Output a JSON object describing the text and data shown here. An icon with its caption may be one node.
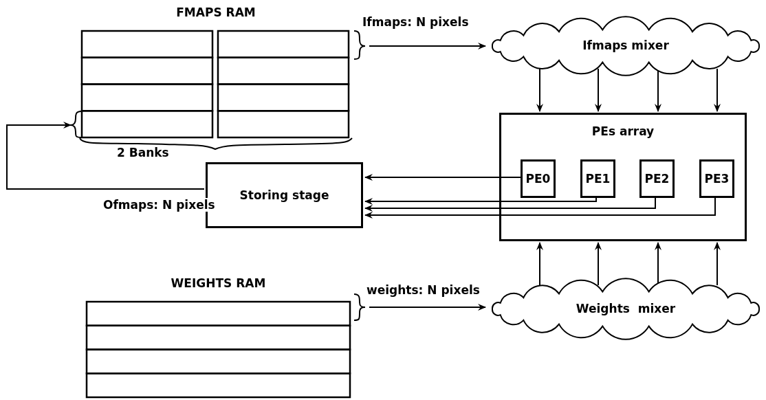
{
  "diagram": {
    "nodes": [
      {
        "text": [
          "FMAPS RAM"
        ],
        "beside": [
          "2 Banks"
        ]
      },
      {
        "text": [
          "Ifmaps mixer"
        ]
      },
      {
        "text": [
          "PEs array"
        ]
      },
      {
        "text": [
          "PE0"
        ],
        "in": 2
      },
      {
        "text": [
          "PE1"
        ],
        "in": 2
      },
      {
        "text": [
          "PE2"
        ],
        "in": 2
      },
      {
        "text": [
          "PE3"
        ],
        "in": 2
      },
      {
        "text": [
          "Storing stage"
        ]
      },
      {
        "text": [
          "WEIGHTS RAM"
        ]
      },
      {
        "text": [
          "Weights  mixer"
        ]
      }
    ],
    "edges": [
      {
        "from": 0,
        "to": 1,
        "arrow": "to",
        "label": "Ifmaps: N pixels"
      },
      {
        "from": 1,
        "to": 2,
        "arrow": "to"
      },
      {
        "from": 1,
        "to": 2,
        "arrow": "to"
      },
      {
        "from": 1,
        "to": 2,
        "arrow": "to"
      },
      {
        "from": 1,
        "to": 2,
        "arrow": "to"
      },
      {
        "from": 3,
        "to": 7,
        "arrow": "to"
      },
      {
        "from": 4,
        "to": 7,
        "arrow": "to"
      },
      {
        "from": 5,
        "to": 7,
        "arrow": "to"
      },
      {
        "from": 6,
        "to": 7,
        "arrow": "to"
      },
      {
        "from": 7,
        "to": 0,
        "arrow": "to",
        "label": "Ofmaps: N pixels"
      },
      {
        "from": 8,
        "to": 9,
        "arrow": "to",
        "label": "weights: N pixels"
      },
      {
        "from": 9,
        "to": 2,
        "arrow": "to"
      },
      {
        "from": 9,
        "to": 2,
        "arrow": "to"
      },
      {
        "from": 9,
        "to": 2,
        "arrow": "to"
      },
      {
        "from": 9,
        "to": 2,
        "arrow": "to"
      }
    ]
  }
}
